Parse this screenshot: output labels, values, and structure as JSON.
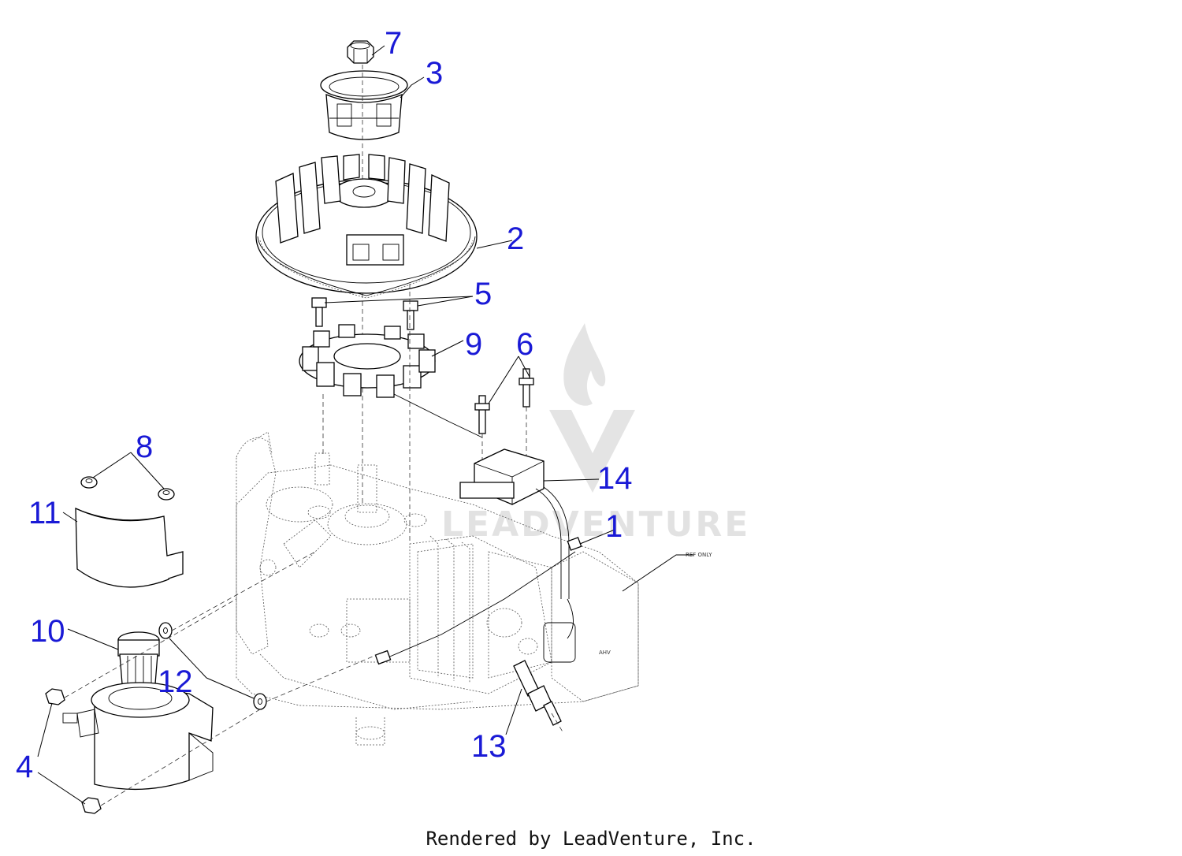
{
  "diagram": {
    "callouts": [
      {
        "id": "c7",
        "label": "7"
      },
      {
        "id": "c3",
        "label": "3"
      },
      {
        "id": "c2",
        "label": "2"
      },
      {
        "id": "c5",
        "label": "5"
      },
      {
        "id": "c9",
        "label": "9"
      },
      {
        "id": "c6",
        "label": "6"
      },
      {
        "id": "c8",
        "label": "8"
      },
      {
        "id": "c11",
        "label": "11"
      },
      {
        "id": "c14",
        "label": "14"
      },
      {
        "id": "c1",
        "label": "1"
      },
      {
        "id": "c10",
        "label": "10"
      },
      {
        "id": "c12",
        "label": "12"
      },
      {
        "id": "c4",
        "label": "4"
      },
      {
        "id": "c13",
        "label": "13"
      }
    ],
    "ref_note": "REF ONLY",
    "engine_brand_mark": "AHV"
  },
  "watermark": {
    "text": "LEADVENTURE"
  },
  "footer": {
    "credit": "Rendered by LeadVenture, Inc."
  }
}
